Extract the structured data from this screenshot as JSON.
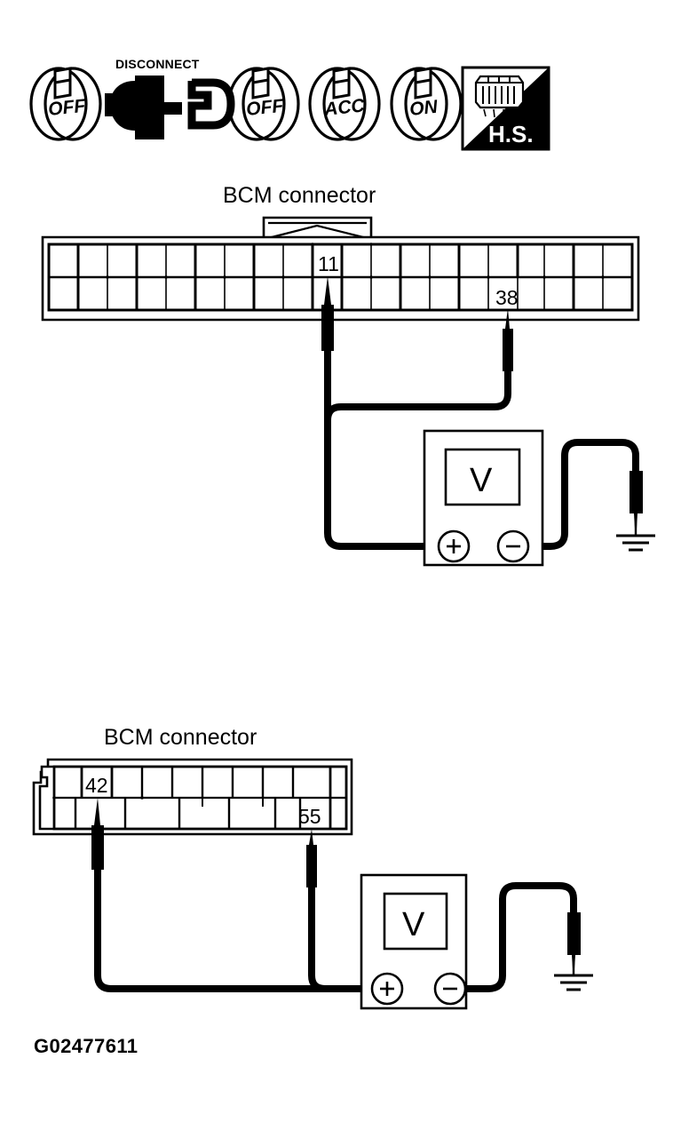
{
  "page": {
    "background_color": "#ffffff",
    "line_color": "#000000",
    "figure_id": "G02477611"
  },
  "status_icons": [
    {
      "name": "ignition-off-knob",
      "label": "OFF",
      "type": "knob"
    },
    {
      "name": "disconnect-symbol",
      "label": "DISCONNECT",
      "type": "connector"
    },
    {
      "name": "ignition-off-knob-2",
      "label": "OFF",
      "type": "knob"
    },
    {
      "name": "ignition-acc-knob",
      "label": "ACC",
      "type": "knob"
    },
    {
      "name": "ignition-on-knob",
      "label": "ON",
      "type": "knob"
    },
    {
      "name": "hs-box",
      "label": "H.S.",
      "type": "harness-side"
    }
  ],
  "diagrams": [
    {
      "id": "diagram-top",
      "connector_label": "BCM connector",
      "connector_type": "wide-two-row-with-latch",
      "top_row_cells": 20,
      "bottom_row_cells": 20,
      "probes": [
        {
          "pin": "11",
          "row": "top",
          "polarity": "positive"
        },
        {
          "pin": "38",
          "row": "bottom",
          "polarity": "positive"
        }
      ],
      "meter": {
        "name": "voltmeter",
        "display": "V",
        "positive_terminal": "+",
        "negative_terminal": "−"
      },
      "ground": {
        "name": "chassis-ground",
        "connected_to": "negative_terminal"
      }
    },
    {
      "id": "diagram-bottom",
      "connector_label": "BCM connector",
      "connector_type": "narrow-two-row-with-notch",
      "top_row_cells": 9,
      "bottom_row_cells": 7,
      "probes": [
        {
          "pin": "42",
          "row": "top",
          "polarity": "positive"
        },
        {
          "pin": "55",
          "row": "bottom",
          "polarity": "positive"
        }
      ],
      "meter": {
        "name": "voltmeter",
        "display": "V",
        "positive_terminal": "+",
        "negative_terminal": "−"
      },
      "ground": {
        "name": "chassis-ground",
        "connected_to": "negative_terminal"
      }
    }
  ]
}
